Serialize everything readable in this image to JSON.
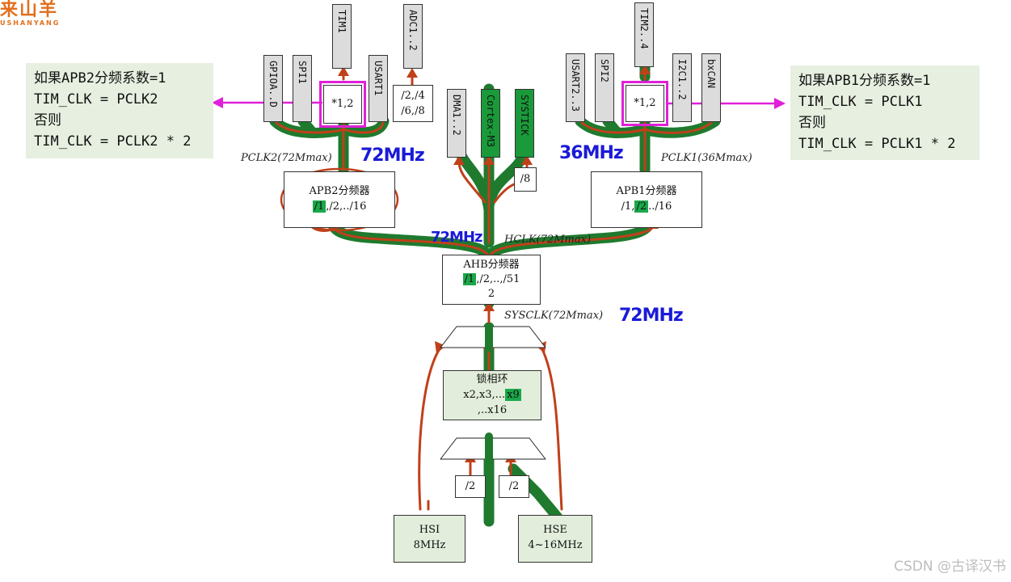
{
  "logo": {
    "main": "来山羊",
    "sub": "USHANYANG"
  },
  "peripherals_apb2": [
    "GPIOA..D",
    "SPI1",
    "TIM1",
    "USART1",
    "ADC1..2"
  ],
  "peripherals_apb1": [
    "USART2..3",
    "SPI2",
    "TIM2..4",
    "I2C1..2",
    "bxCAN"
  ],
  "core_blocks": [
    "DMA1..2",
    "Cortex-M3",
    "SYSTICK"
  ],
  "mul_left": "*1,2",
  "mul_right": "*1,2",
  "adc_div": {
    "line1": "/2,/4",
    "line2": "/6,/8"
  },
  "systick_div": "/8",
  "apb2_prescaler": {
    "title": "APB2分频器",
    "hl": "/1",
    "rest": ",/2,../16"
  },
  "apb1_prescaler": {
    "title": "APB1分频器",
    "pre": "/1,",
    "hl": "/2",
    "rest": "../16"
  },
  "ahb_prescaler": {
    "title": "AHB分频器",
    "hl": "/1",
    "rest": ",/2,..,/51",
    "wrap": "2"
  },
  "pll": {
    "title": "锁相环",
    "line1": "x2,x3,...",
    "hl": "x9",
    "line2": ",..x16"
  },
  "pre_divs": [
    "/2",
    "/2"
  ],
  "hsi": {
    "name": "HSI",
    "freq": "8MHz"
  },
  "hse": {
    "name": "HSE",
    "freq": "4~16MHz"
  },
  "bus_labels": {
    "pclk2": "PCLK2(72Mmax)",
    "pclk1": "PCLK1(36Mmax)",
    "hclk": "HCLK(72Mmax)",
    "sysclk": "SYSCLK(72Mmax)"
  },
  "handwriting": {
    "pclk2": "72MHz",
    "pclk1": "36MHz",
    "hclk": "72MHz",
    "sysclk": "72MHz"
  },
  "note_left": [
    "如果APB2分频系数=1",
    "TIM_CLK = PCLK2",
    "否则",
    "TIM_CLK = PCLK2 * 2"
  ],
  "note_right": [
    "如果APB1分频系数=1",
    "TIM_CLK = PCLK1",
    "否则",
    "TIM_CLK = PCLK1 * 2"
  ],
  "watermark": "CSDN @古译汉书",
  "colors": {
    "green_path": "#1f7a2e",
    "red_path": "#c0401a",
    "magenta": "#e020d8",
    "hand_blue": "#1a1ad8",
    "highlight": "#1aa84a"
  }
}
